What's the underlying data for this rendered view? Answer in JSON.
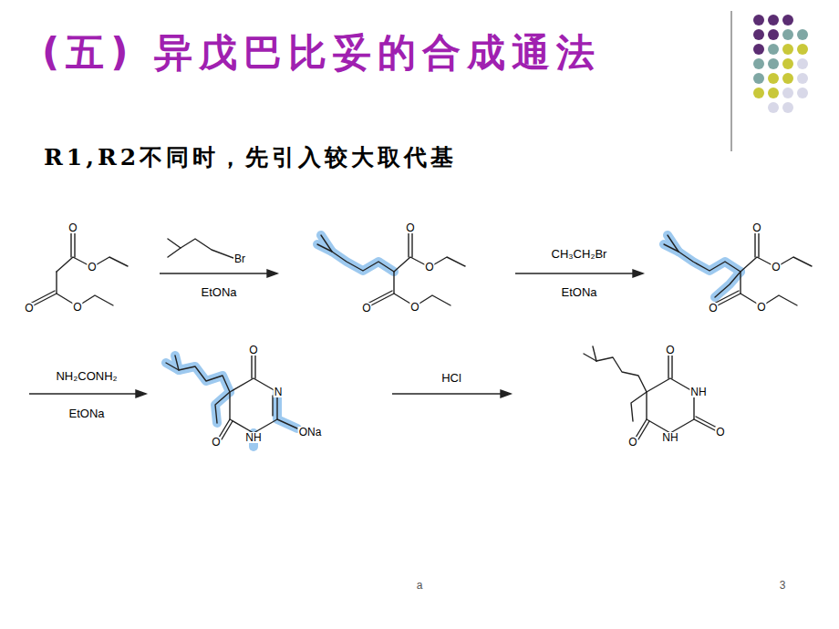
{
  "diagram": {
    "title": "(五) 异戊巴比妥的合成通法",
    "labels": [
      "R1,R2不同时，先引入较大取代基",
      "Br",
      "EtONa",
      "CH₃CH₂Br",
      "EtONa",
      "NH₂CONH₂",
      "EtONa",
      "HCl",
      "O",
      "O",
      "O",
      "O",
      "O",
      "O",
      "O",
      "O",
      "O",
      "O",
      "O",
      "O",
      "O",
      "N",
      "ONa",
      "NH",
      "O",
      "O",
      "NH",
      "O",
      "NH",
      "O",
      "a",
      "3"
    ]
  }
}
